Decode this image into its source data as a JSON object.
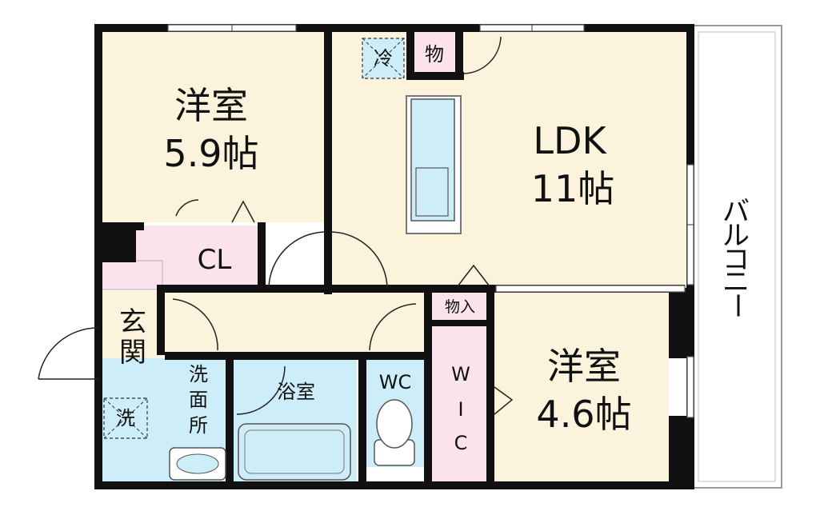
{
  "rooms": {
    "western_room_1": {
      "name": "洋室",
      "size": "5.9帖"
    },
    "ldk": {
      "name": "LDK",
      "size": "11帖"
    },
    "western_room_2": {
      "name": "洋室",
      "size": "4.6帖"
    },
    "closet": "CL",
    "entrance": [
      "玄",
      "関"
    ],
    "washroom": [
      "洗",
      "面",
      "所"
    ],
    "bathroom": "浴室",
    "toilet": "WC",
    "wic": [
      "W",
      "I",
      "C"
    ],
    "storage_kitchen": "物",
    "storage_hall": "物入",
    "balcony": [
      "バ",
      "ル",
      "コ",
      "ニ",
      "ー"
    ]
  },
  "symbols": {
    "refrigerator": "冷",
    "washing_machine": "洗"
  },
  "colors": {
    "wall": "#111111",
    "room_floor": "#fbf3dc",
    "wet_area": "#cdeef8",
    "storage": "#fbe3ee",
    "balcony_fill": "#ffffff"
  }
}
